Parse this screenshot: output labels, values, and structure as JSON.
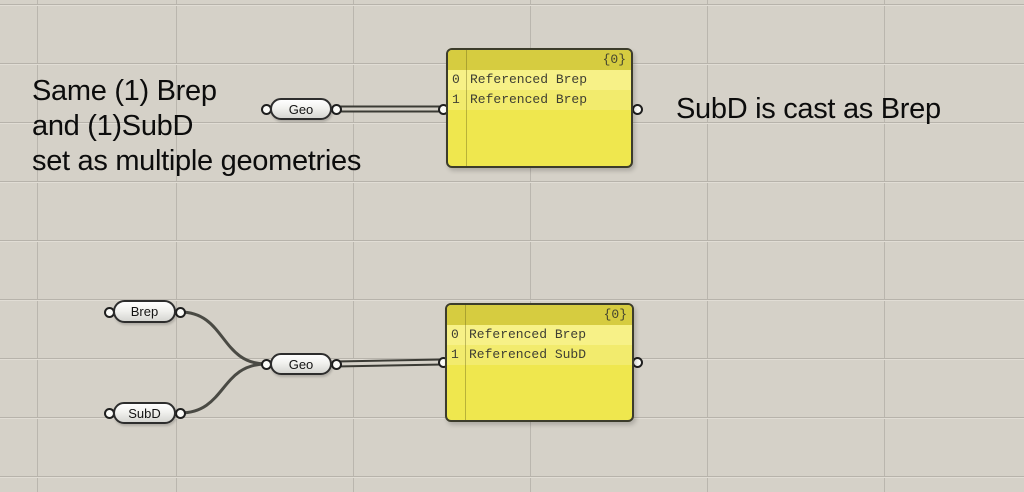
{
  "colors": {
    "canvas_bg": "#d5d1c8",
    "grid_line": "#b7b3ab",
    "panel_base": "#efe74e",
    "panel_header": "#d6cc40",
    "panel_row_even": "#f7f187",
    "panel_row_odd": "#f2eb6d",
    "wire": "#4a4a44",
    "text": "#0c0c0c"
  },
  "annotations": {
    "left_note": {
      "line1": "Same (1) Brep",
      "line2": "and (1)SubD",
      "line3": "set as multiple geometries"
    },
    "right_note": "SubD is cast as Brep"
  },
  "nodes": {
    "top_geo": {
      "label": "Geo"
    },
    "brep": {
      "label": "Brep"
    },
    "subd": {
      "label": "SubD"
    },
    "bottom_geo": {
      "label": "Geo"
    }
  },
  "panels": {
    "top": {
      "header": "{0}",
      "rows": [
        {
          "index": "0",
          "value": "Referenced Brep"
        },
        {
          "index": "1",
          "value": "Referenced Brep"
        }
      ]
    },
    "bottom": {
      "header": "{0}",
      "rows": [
        {
          "index": "0",
          "value": "Referenced Brep"
        },
        {
          "index": "1",
          "value": "Referenced SubD"
        }
      ]
    }
  }
}
